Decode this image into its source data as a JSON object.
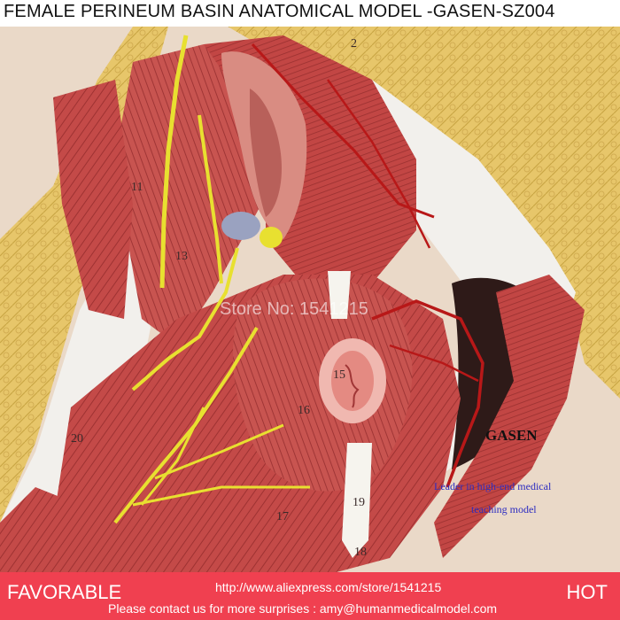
{
  "header": {
    "title": "FEMALE PERINEUM BASIN ANATOMICAL MODEL -GASEN-SZ004"
  },
  "image": {
    "watermark": "Store No: 1541215"
  },
  "brand": {
    "name": "GASEN",
    "tagline_1": "Leader in high-end medical",
    "tagline_2": "teaching model"
  },
  "labels": [
    "2",
    "11",
    "13",
    "15",
    "16",
    "17",
    "18",
    "19",
    "20"
  ],
  "footer": {
    "left": "FAVORABLE",
    "url": "http://www.aliexpress.com/store/1541215",
    "right": "HOT",
    "contact": "Please contact us for more surprises : amy@humanmedicalmodel.com"
  },
  "colors": {
    "footer_bg": "#f04050",
    "muscle": "#c44a48",
    "nerve": "#e8e030",
    "fat": "#e7c66a",
    "artery": "#b81818"
  }
}
